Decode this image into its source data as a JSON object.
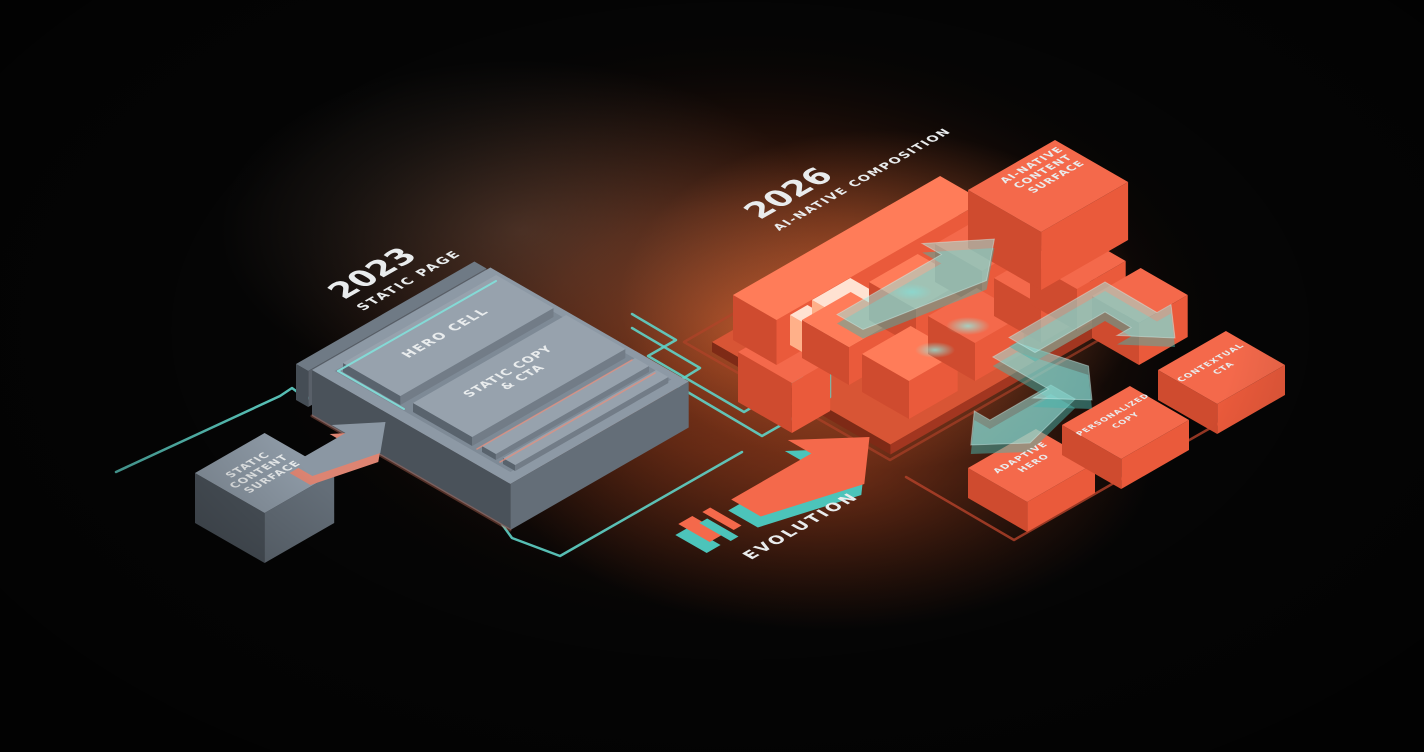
{
  "diagram": {
    "era_left": {
      "year": "2023",
      "label": "STATIC PAGE"
    },
    "era_right": {
      "year": "2026",
      "label": "AI-NATIVE COMPOSITION"
    },
    "transition_label": "EVOLUTION",
    "left": {
      "source_block": {
        "line1": "STATIC",
        "line2": "CONTENT",
        "line3": "SURFACE"
      },
      "hero_cell": "HERO CELL",
      "static_copy": {
        "line1": "STATIC COPY",
        "line2": "& CTA"
      }
    },
    "right": {
      "surface_block": {
        "line1": "AI-NATIVE",
        "line2": "CONTENT",
        "line3": "SURFACE"
      },
      "adaptive": {
        "line1": "ADAPTIVE",
        "line2": "HERO"
      },
      "personalized": {
        "line1": "PERSONALIZED",
        "line2": "COPY"
      },
      "contextual": {
        "line1": "CONTEXTUAL",
        "line2": "CTA"
      }
    }
  },
  "colors": {
    "background": "#050505",
    "orange_top": "#f4694b",
    "orange_top_bright": "#ff7c59",
    "orange_side_left": "#cf4b2f",
    "orange_side_right": "#ea5a3b",
    "platform_top": "#d85535",
    "platform_side_left": "#7e2a16",
    "platform_side_right": "#a23620",
    "gray_top": "#8d99a5",
    "gray_panel_top": "#97a2ad",
    "gray_side_left": "#4a525a",
    "gray_side_right": "#646e78",
    "teal_wire": "#5fd3c8",
    "teal_solid": "#4cc4ba",
    "teal_arrow": "rgba(158,229,222,0.55)",
    "teal_arrow_side": "rgba(70,180,172,0.5)",
    "salmon": "#e78f7d",
    "salmon_deep": "#dd8472",
    "wire_orange": "#b5422a",
    "glow_slab_top": "#ffe2d2",
    "text": "#e9eced"
  }
}
